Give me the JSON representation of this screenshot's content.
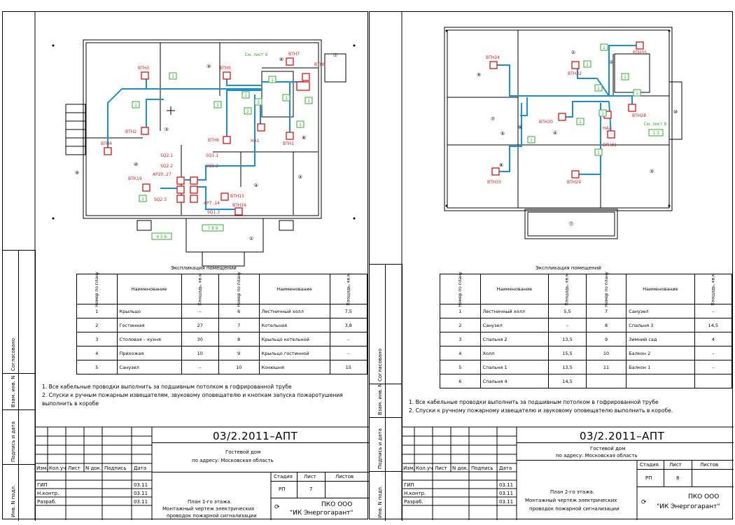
{
  "sheets": [
    {
      "rooms_title": "Экспликация помещений",
      "headers": {
        "num": "Номер по плану",
        "name": "Наименование",
        "area": "Площадь, кв.м"
      },
      "rooms_left": [
        {
          "n": "1",
          "name": "Крыльцо",
          "area": "–"
        },
        {
          "n": "2",
          "name": "Гостинная",
          "area": "27"
        },
        {
          "n": "3",
          "name": "Столовая – кухня",
          "area": "30"
        },
        {
          "n": "4",
          "name": "Прихожая",
          "area": "10"
        },
        {
          "n": "5",
          "name": "Санузел",
          "area": "–"
        }
      ],
      "rooms_right": [
        {
          "n": "6",
          "name": "Лестничный холл",
          "area": "7,5"
        },
        {
          "n": "7",
          "name": "Котельная",
          "area": "3,8"
        },
        {
          "n": "8",
          "name": "Крыльцо котельной",
          "area": "–"
        },
        {
          "n": "9",
          "name": "Крыльцо гостинной",
          "area": "–"
        },
        {
          "n": "10",
          "name": "Конюшня",
          "area": "15"
        }
      ],
      "notes": [
        "1. Все кабельные проводки выполнить за подшивным потолком в гофрированной трубе",
        "2. Спуски к ручным пожарным извещателям, звуковому оповещателю и кнопкам запуска пожаротушения",
        "    выполнить в коробе"
      ],
      "code": "03/2.2011–АПТ",
      "object": [
        "Гостевой дом",
        "по адресу: Московская область"
      ],
      "sheet_title": [
        "План 1-го этажа.",
        "Монтажный чертеж электрических",
        "проводок пожарной сигнализации"
      ],
      "stage": "РП",
      "sheet_no": "7",
      "org": [
        "ПКО  ООО",
        "\"ИК  Энергогарант\""
      ]
    },
    {
      "rooms_title": "Экспликация помещений",
      "headers": {
        "num": "Номер по плану",
        "name": "Наименование",
        "area": "Площадь, кв.м"
      },
      "rooms_left": [
        {
          "n": "1",
          "name": "Лестничный холл",
          "area": "5,5"
        },
        {
          "n": "2",
          "name": "Санузел",
          "area": "–"
        },
        {
          "n": "3",
          "name": "Спальня 2",
          "area": "13,5"
        },
        {
          "n": "4",
          "name": "Холл",
          "area": "15,5"
        },
        {
          "n": "5",
          "name": "Спальня 1",
          "area": "13,5"
        },
        {
          "n": "6",
          "name": "Спальня 4",
          "area": "14,5"
        }
      ],
      "rooms_right": [
        {
          "n": "7",
          "name": "Санузел",
          "area": "–"
        },
        {
          "n": "8",
          "name": "Спальня 3",
          "area": "14,5"
        },
        {
          "n": "9",
          "name": "Зимний сад",
          "area": "4"
        },
        {
          "n": "10",
          "name": "Балкон 2",
          "area": "–"
        },
        {
          "n": "11",
          "name": "Балкон 1",
          "area": "–"
        }
      ],
      "notes": [
        "1. Все кабельные проводки выполнить за подшивным потолком в гофрированной трубе",
        "2. Спуски к ручному пожарному извещателю и звуковому оповещателю выполнить в коробе."
      ],
      "code": "03/2.2011–АПТ",
      "object": [
        "Гостевой дом",
        "по адресу: Московская область"
      ],
      "sheet_title": [
        "План 2-го этажа.",
        "Монтажный чертеж электрических",
        "проводок пожарной сигнализации"
      ],
      "stage": "РП",
      "sheet_no": "8",
      "org": [
        "ПКО  ООО",
        "\"ИК  Энергогарант\""
      ]
    }
  ],
  "titleblock": {
    "cols": [
      "Изм.",
      "Кол.уч",
      "Лист",
      "N док.",
      "Подпись",
      "Дата"
    ],
    "rows": [
      {
        "role": "ГИП",
        "date": "03.11"
      },
      {
        "role": "Н.контр.",
        "date": "03.11"
      },
      {
        "role": "Разраб.",
        "date": "03.11"
      }
    ],
    "stage_h": "Стадия",
    "sheet_h": "Лист",
    "sheets_h": "Листов"
  },
  "sidebar": [
    "Согласовано",
    "Взам. инв. N",
    "Подпись и дата",
    "Инв. N подл."
  ],
  "plan1": {
    "labels": [
      "ВТН3",
      "ВТН5",
      "ВТН7",
      "ВТН8",
      "ВТН2",
      "ВТН4",
      "ВТН6",
      "ВТН1",
      "НА1",
      "ВТК19",
      "SQ2.1",
      "SQ2.2",
      "SQ1.1",
      "SQ1.2",
      "АР20..27",
      "SQ2.3",
      "ВТН15",
      "АР7..14",
      "SQ1.3",
      "ВТН16"
    ],
    "cable_tags": [
      "1",
      "1",
      "1",
      "1",
      "1",
      "1",
      "1",
      "1",
      "2",
      "3",
      "1",
      "1",
      "1"
    ],
    "rooms": [
      "①",
      "②",
      "③",
      "④",
      "⑤",
      "⑥",
      "⑦",
      "⑧",
      "⑨",
      "⑩"
    ],
    "callout": "См. лист 9",
    "bundle1": "4 5 6",
    "bundle2": "7 8 9"
  },
  "plan2": {
    "labels": [
      "ВТН34",
      "ВТН32",
      "ВТН35",
      "ВТН30",
      "НА2",
      "ВТН31",
      "ВТН28",
      "ВТН33",
      "ВТН29"
    ],
    "cable_tags": [
      "1",
      "1",
      "1",
      "1",
      "1",
      "1",
      "1",
      "1",
      "1"
    ],
    "rooms": [
      "①",
      "②",
      "③",
      "④",
      "⑤",
      "⑥",
      "⑦",
      "⑧",
      "⑨",
      "⑩",
      "⑪"
    ],
    "callout": "См. лист 8",
    "bundle": "1 3"
  }
}
